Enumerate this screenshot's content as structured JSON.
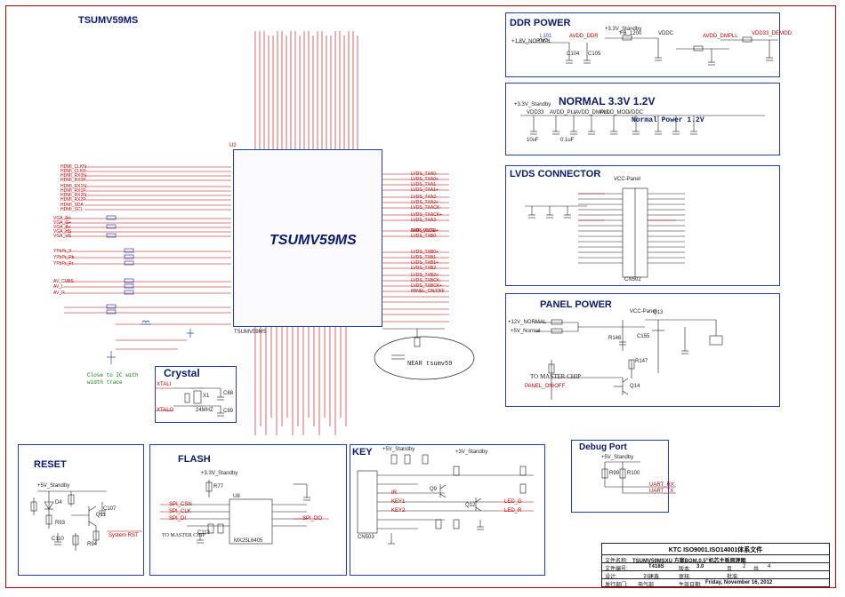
{
  "sheet_title": "TSUMV59MS",
  "chip": {
    "name": "TSUMV59MS",
    "ref": "U2",
    "footprint": "TSUMV59MS"
  },
  "sections": {
    "ddr_power": "DDR POWER",
    "normal_power": "NORMAL 3.3V 1.2V",
    "normal_power_note": "Normal Power 1.2V",
    "lvds_connector": "LVDS CONNECTOR",
    "panel_power": "PANEL POWER",
    "crystal": "Crystal",
    "crystal_note": "Close to IC with width trace",
    "reset": "RESET",
    "flash": "FLASH",
    "key": "KEY",
    "debug_port": "Debug Port",
    "near_note": "NEAR tsumv59",
    "master_chip_note": "TO MASTER CHIP"
  },
  "left_nets": [
    "HDMI_CLKN",
    "HDMI_CLKP",
    "HDMI_RX0N",
    "HDMI_RX0P",
    "HDMI_RX1N",
    "HDMI_RX1P",
    "HDMI_RX2N",
    "HDMI_RX2P",
    "HDMI_SDA",
    "HDMI_SCL",
    "VGA_R+",
    "VGA_G+",
    "VGA_B+",
    "VGA_HS",
    "VGA_VS",
    "YPbPr_Y",
    "YPbPr_Pb",
    "YPbPr_Pr",
    "AV_CVBS",
    "AV_L",
    "AV_R"
  ],
  "right_nets": [
    "LVDS_TXA0-",
    "LVDS_TXA0+",
    "LVDS_TXA1-",
    "LVDS_TXA1+",
    "LVDS_TXA2-",
    "LVDS_TXA2+",
    "LVDS_TXACK-",
    "LVDS_TXACK+",
    "LVDS_TXA3-",
    "LVDS_TXA3+",
    "LVDS_TXB0-",
    "LVDS_TXB0+",
    "LVDS_TXB1-",
    "LVDS_TXB1+",
    "LVDS_TXB2-",
    "LVDS_TXB2+",
    "LVDS_TXBCK-",
    "LVDS_TXBCK+",
    "AMP_MUTE",
    "PANEL_ON/OFF"
  ],
  "labels": {
    "ddr": [
      "L101",
      "C104",
      "C105",
      "FB_1200",
      "AVDD_DDR",
      "VDDC",
      "+3.3V_Standby",
      "+1.8V_NORMAL",
      "AVDD_DMPLL",
      "VDD33_DEMOD"
    ],
    "normal": [
      "+3.3V_Standby",
      "VDD33",
      "AVDD_PLL",
      "AVDD_DMPLL",
      "AVDD_MOD",
      "VDDC",
      "10uF",
      "0.1uF"
    ],
    "lvds": [
      "VCC-Panel",
      "CN502",
      "LVDS"
    ],
    "panel": [
      "+12V_NORMAL",
      "+5V_Normal",
      "VCC-Panel",
      "Q13",
      "Q14",
      "R146",
      "R147",
      "C155",
      "PANEL_ON/OFF",
      "TO MASTER CHIP"
    ],
    "crystal": [
      "XTALI",
      "XTALO",
      "X1",
      "24MHZ",
      "C88",
      "C89"
    ],
    "reset": [
      "+5V_Standby",
      "D4",
      "Q11",
      "R93",
      "R94",
      "C107",
      "C110",
      "System RST"
    ],
    "flash": [
      "+3.3V_Standby",
      "U8",
      "MX25L6405",
      "SPI_CSN",
      "SPI_CLK",
      "SPI_DI",
      "SPI_DO",
      "R77",
      "C113",
      "TO MASTER CHIP"
    ],
    "key": [
      "+5V_Standby",
      "+3V_Standby",
      "CN503",
      "KEY1",
      "KEY2",
      "IR",
      "LED_G",
      "LED_R",
      "Q9",
      "Q12"
    ],
    "debug": [
      "+5V_Standby",
      "R99",
      "R100",
      "UART_RX",
      "UART_TX"
    ]
  },
  "title_block": {
    "company": "KTC ISO9001.ISO14001体系文件",
    "file_label": "文件名称:",
    "file_name": "TSUMV59MSXU 方案BOM.0.5”机芯主板原理图",
    "doc_no_label": "文件编号:",
    "doc_no": "T418S",
    "version_label": "版本:",
    "version": "3.0",
    "sheet_label": "页",
    "sheet": "2",
    "of_label": "共",
    "of": "4",
    "design_label": "设计:",
    "designer": "刘建鑫",
    "review_label": "审核:",
    "approve_label": "批准:",
    "dept_label": "发行部门:",
    "dept": "电气部",
    "date_label": "生效日期:",
    "date": "Friday, November 16, 2012"
  }
}
